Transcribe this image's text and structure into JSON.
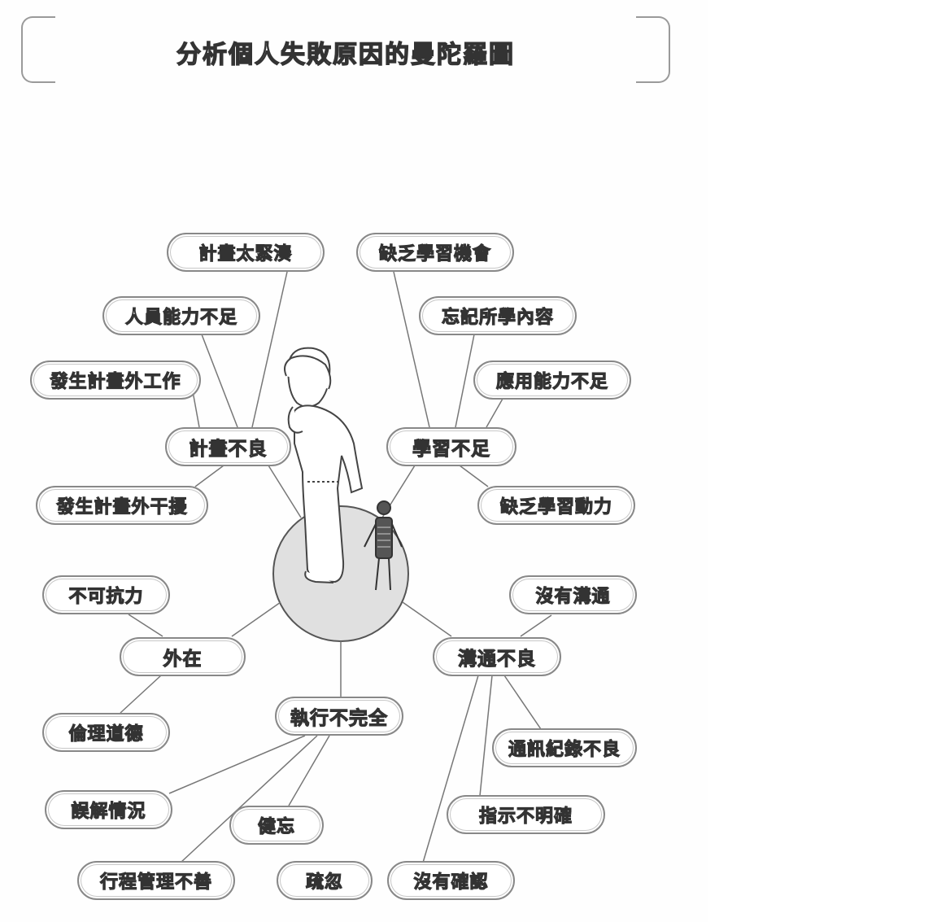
{
  "title": "分析個人失敗原因的曼陀羅圖",
  "center": {
    "figures": [
      "person-figure",
      "skeleton-figure"
    ],
    "circle_color": "#e0e0e0"
  },
  "categories": [
    {
      "label": "計畫不良",
      "causes": [
        "計畫太緊湊",
        "人員能力不足",
        "發生計畫外工作",
        "發生計畫外干擾"
      ]
    },
    {
      "label": "學習不足",
      "causes": [
        "缺乏學習機會",
        "忘記所學內容",
        "應用能力不足",
        "缺乏學習動力"
      ]
    },
    {
      "label": "外在",
      "causes": [
        "不可抗力",
        "倫理道德"
      ]
    },
    {
      "label": "溝通不良",
      "causes": [
        "沒有溝通",
        "通訊紀錄不良",
        "指示不明確",
        "沒有確認"
      ]
    },
    {
      "label": "執行不完全",
      "causes": [
        "誤解情況",
        "健忘",
        "行程管理不善",
        "疏忽"
      ]
    }
  ]
}
